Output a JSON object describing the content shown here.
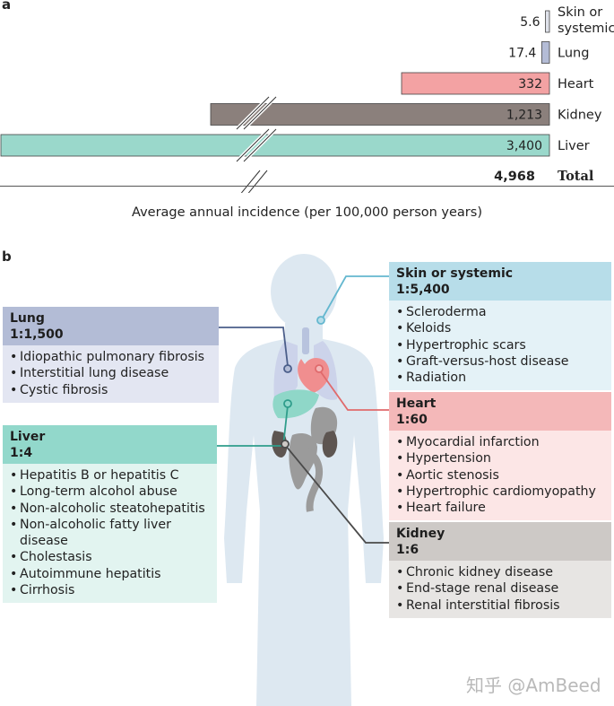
{
  "panel_a_label": "a",
  "panel_b_label": "b",
  "chart_data": {
    "type": "bar",
    "orientation": "horizontal",
    "xlabel": "Average annual incidence (per 100,000 person years)",
    "axis_break": true,
    "categories": [
      "Skin or systemic",
      "Lung",
      "Heart",
      "Kidney",
      "Liver"
    ],
    "values": [
      5.6,
      17.4,
      332,
      1213,
      3400
    ],
    "value_labels": [
      "5.6",
      "17.4",
      "332",
      "1,213",
      "3,400"
    ],
    "category_labels": [
      [
        "Skin or",
        "systemic"
      ],
      [
        "Lung"
      ],
      [
        "Heart"
      ],
      [
        "Kidney"
      ],
      [
        "Liver"
      ]
    ],
    "colors": [
      "#dfe2ea",
      "#b4bcd6",
      "#f3a2a3",
      "#8b807c",
      "#9ad8cb"
    ],
    "total_value_label": "4,968",
    "total_label": "Total"
  },
  "organ_boxes": {
    "lung": {
      "title": "Lung",
      "ratio": "1:1,500",
      "items": [
        "Idiopathic pulmonary fibrosis",
        "Interstitial lung disease",
        "Cystic fibrosis"
      ],
      "header_color": "#b3bcd6",
      "body_color": "#e3e6f2"
    },
    "liver": {
      "title": "Liver",
      "ratio": "1:4",
      "items": [
        "Hepatitis B or hepatitis C",
        "Long-term alcohol abuse",
        "Non-alcoholic steatohepatitis",
        "Non-alcoholic fatty liver disease",
        "Cholestasis",
        "Autoimmune hepatitis",
        "Cirrhosis"
      ],
      "header_color": "#92d8cb",
      "body_color": "#e2f4f0"
    },
    "skin": {
      "title": "Skin or systemic",
      "ratio": "1:5,400",
      "items": [
        "Scleroderma",
        "Keloids",
        "Hypertrophic scars",
        "Graft-versus-host disease",
        "Radiation"
      ],
      "header_color": "#b7dde9",
      "body_color": "#e4f2f7"
    },
    "heart": {
      "title": "Heart",
      "ratio": "1:60",
      "items": [
        "Myocardial infarction",
        "Hypertension",
        "Aortic stenosis",
        "Hypertrophic cardiomyopathy",
        "Heart failure"
      ],
      "header_color": "#f4b8b9",
      "body_color": "#fce6e6"
    },
    "kidney": {
      "title": "Kidney",
      "ratio": "1:6",
      "items": [
        "Chronic kidney disease",
        "End-stage renal disease",
        "Renal interstitial fibrosis"
      ],
      "header_color": "#cdc9c6",
      "body_color": "#e7e5e3"
    }
  },
  "watermark": "知乎 @AmBeed"
}
